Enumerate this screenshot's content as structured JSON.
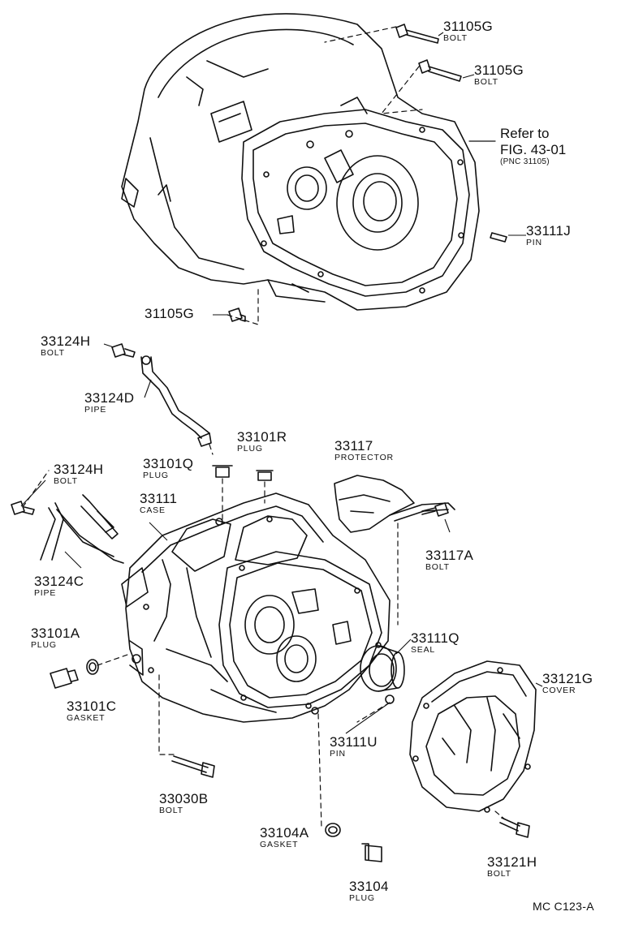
{
  "diagram": {
    "code": "MC C123-A",
    "reference": {
      "line1": "Refer to",
      "line2": "FIG. 43-01",
      "line3": "(PNC 31105)"
    },
    "parts": {
      "bolt_31105g_a": {
        "number": "31105G",
        "name": "BOLT"
      },
      "bolt_31105g_b": {
        "number": "31105G",
        "name": "BOLT"
      },
      "bolt_31105g_c": {
        "number": "31105G"
      },
      "pin_33111j": {
        "number": "33111J",
        "name": "PIN"
      },
      "bolt_33124h_a": {
        "number": "33124H",
        "name": "BOLT"
      },
      "pipe_33124d": {
        "number": "33124D",
        "name": "PIPE"
      },
      "plug_33101r": {
        "number": "33101R",
        "name": "PLUG"
      },
      "protector_33117": {
        "number": "33117",
        "name": "PROTECTOR"
      },
      "plug_33101q": {
        "number": "33101Q",
        "name": "PLUG"
      },
      "bolt_33124h_b": {
        "number": "33124H",
        "name": "BOLT"
      },
      "case_33111": {
        "number": "33111",
        "name": "CASE"
      },
      "bolt_33117a": {
        "number": "33117A",
        "name": "BOLT"
      },
      "pipe_33124c": {
        "number": "33124C",
        "name": "PIPE"
      },
      "plug_33101a": {
        "number": "33101A",
        "name": "PLUG"
      },
      "seal_33111q": {
        "number": "33111Q",
        "name": "SEAL"
      },
      "cover_33121g": {
        "number": "33121G",
        "name": "COVER"
      },
      "gasket_33101c": {
        "number": "33101C",
        "name": "GASKET"
      },
      "pin_33111u": {
        "number": "33111U",
        "name": "PIN"
      },
      "bolt_33030b": {
        "number": "33030B",
        "name": "BOLT"
      },
      "gasket_33104a": {
        "number": "33104A",
        "name": "GASKET"
      },
      "bolt_33121h": {
        "number": "33121H",
        "name": "BOLT"
      },
      "plug_33104": {
        "number": "33104",
        "name": "PLUG"
      }
    }
  }
}
